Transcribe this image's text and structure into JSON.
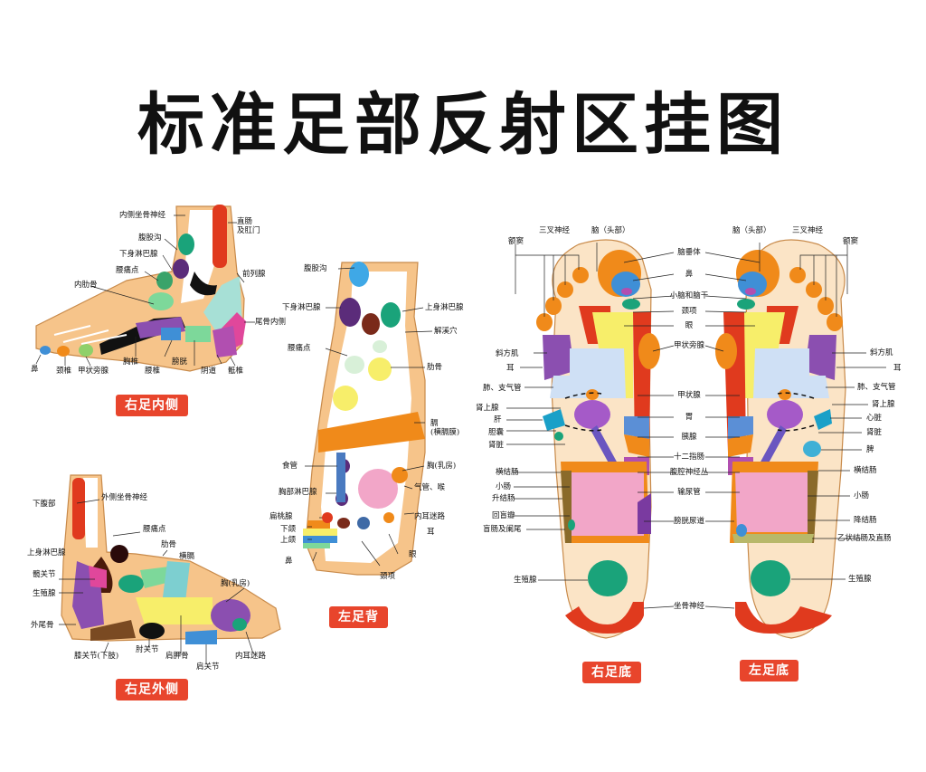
{
  "title": "标准足部反射区挂图",
  "panels": {
    "inner": {
      "caption": "右足内侧",
      "labels": {
        "sciatic": "内侧坐骨神经",
        "rectum": "直肠\n及肛门",
        "groin": "腹股沟",
        "lymph": "下身淋巴腺",
        "back_pain": "腰痛点",
        "prostate": "前列腺",
        "ribs": "内肋骨",
        "coccyx": "尾骨内侧",
        "nose": "鼻",
        "cervical": "颈椎",
        "thyroid": "甲状旁腺",
        "thoracic": "胸椎",
        "lumbar": "腰椎",
        "bladder": "膀胱",
        "vagina": "阴道",
        "sacrum": "骶椎"
      }
    },
    "outer": {
      "caption": "右足外侧",
      "labels": {
        "lower_abdomen": "下腹部",
        "sciatic": "外侧坐骨神经",
        "back_pain": "腰痛点",
        "ribs": "肋骨",
        "diaphragm": "横膈",
        "lymph": "上身淋巴腺",
        "knee": "髋关节",
        "gonad": "生殖腺",
        "chest": "胸(乳房)",
        "coccyx": "外尾骨",
        "knee_lower": "膝关节(下肢)",
        "elbow": "肘关节",
        "scapula": "肩胛骨",
        "shoulder": "肩关节",
        "ear": "内耳迷路"
      }
    },
    "dorsal": {
      "caption": "左足背",
      "labels": {
        "groin": "腹股沟",
        "lymph_lower": "下身淋巴腺",
        "lymph_upper": "上身淋巴腺",
        "jiexi": "解溪穴",
        "back_pain": "腰痛点",
        "ribs": "肋骨",
        "diaphragm": "膈\n(横膈膜)",
        "esophagus": "食管",
        "chest": "胸(乳房)",
        "chest_lymph": "胸部淋巴腺",
        "trachea": "气管、喉",
        "tonsil": "扁桃腺",
        "ear_inner": "内耳迷路",
        "lower_jaw": "下颌",
        "upper_jaw": "上颌",
        "ear": "耳",
        "nose": "鼻",
        "eye": "眼",
        "neck": "颈项"
      }
    },
    "soles": {
      "caption_right": "右足底",
      "caption_left": "左足底",
      "center_labels": {
        "pituitary": "脑垂体",
        "nose": "鼻",
        "cerebellum": "小脑和脑干",
        "neck": "颈项",
        "eye": "眼",
        "parathyroid": "甲状旁腺",
        "thyroid": "甲状腺",
        "stomach": "胃",
        "pancreas": "胰腺",
        "duodenum": "十二指肠",
        "celiac": "腹腔神经丛",
        "ureter": "输尿管",
        "bladder": "膀胱尿道",
        "sciatic": "坐骨神经"
      },
      "right_labels": {
        "sinus": "额窦",
        "trigeminal": "三叉神经",
        "brain": "脑（头部）",
        "trapezius": "斜方肌",
        "ear": "耳",
        "lung": "肺、支气管",
        "adrenal": "肾上腺",
        "liver": "肝",
        "gallbladder": "胆囊",
        "kidney": "肾脏",
        "transverse": "横结肠",
        "small_int": "小肠",
        "ascending": "升结肠",
        "ileocecal": "回盲瓣",
        "cecum": "盲肠及阑尾",
        "gonad": "生殖腺"
      },
      "left_labels": {
        "brain": "脑（头部）",
        "trigeminal": "三叉神经",
        "sinus": "额窦",
        "trapezius": "斜方肌",
        "ear": "耳",
        "lung": "肺、支气管",
        "adrenal": "肾上腺",
        "heart": "心脏",
        "kidney": "肾脏",
        "spleen": "脾",
        "transverse": "横结肠",
        "small_int": "小肠",
        "descending": "降结肠",
        "sigmoid": "乙状结肠及直肠",
        "gonad": "生殖腺"
      }
    }
  },
  "colors": {
    "caption_bg": "#e8452c",
    "skin": "#f6c48a",
    "red": "#e03a1e",
    "orange": "#f08a1a",
    "yellow": "#f7ee6a",
    "purple": "#8b4fb0",
    "pink": "#f2a6c8",
    "green": "#1aa37a",
    "blue": "#3f8fd6"
  }
}
